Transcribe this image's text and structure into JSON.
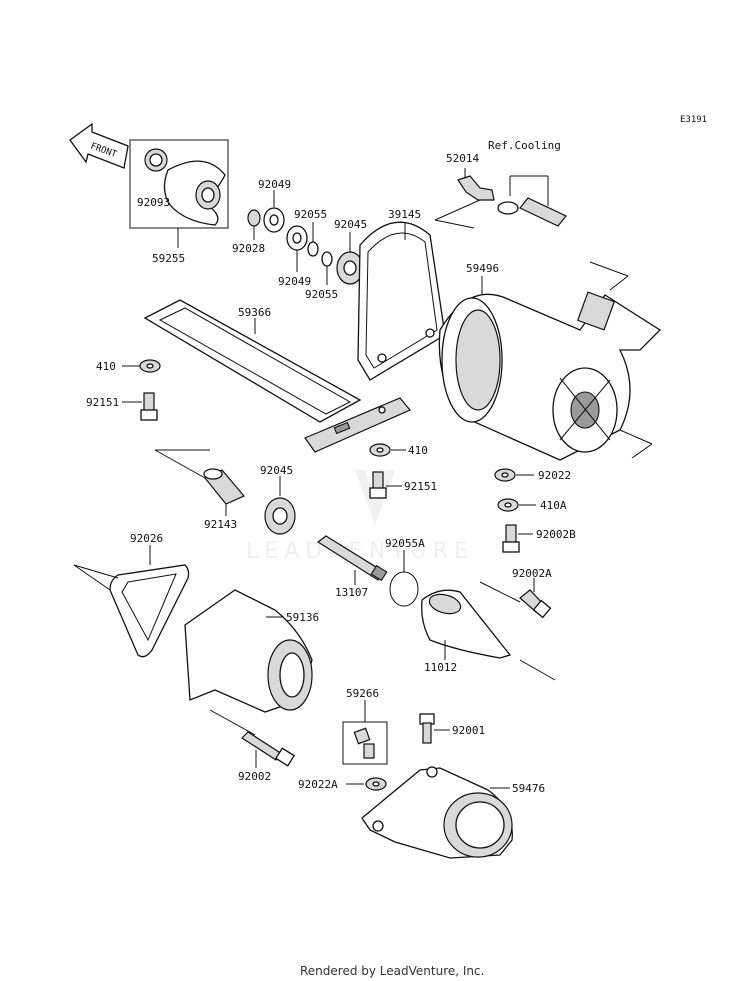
{
  "diagram_code": "E3191",
  "front_label": "FRONT",
  "ref_label": "Ref.Cooling",
  "watermark": "LEADVENTURE",
  "footer": "Rendered by LeadVenture, Inc.",
  "parts": {
    "p59255": "59255",
    "p92093": "92093",
    "p92049a": "92049",
    "p92028": "92028",
    "p92049b": "92049",
    "p92055a": "92055",
    "p92055b": "92055",
    "p92045a": "92045",
    "p39145": "39145",
    "p52014": "52014",
    "p59496": "59496",
    "p59366": "59366",
    "p410a": "410",
    "p92151a": "92151",
    "p410b": "410",
    "p92151b": "92151",
    "p92022": "92022",
    "p410A": "410A",
    "p92002B": "92002B",
    "p92045b": "92045",
    "p92143": "92143",
    "p92055A": "92055A",
    "p92026": "92026",
    "p13107": "13107",
    "p92002A": "92002A",
    "p59136": "59136",
    "p11012": "11012",
    "p59266": "59266",
    "p92001": "92001",
    "p92002": "92002",
    "p92022A": "92022A",
    "p59476": "59476"
  }
}
